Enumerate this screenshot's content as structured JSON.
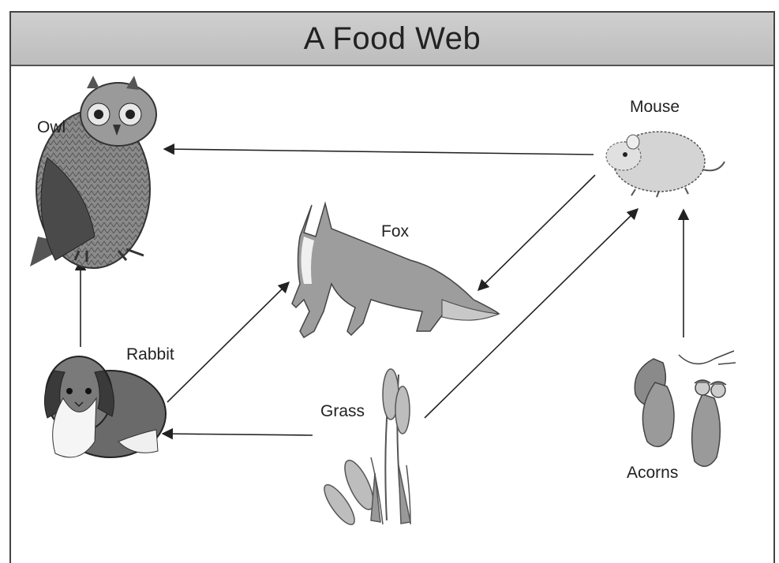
{
  "title": "A Food Web",
  "organisms": {
    "owl": "Owl",
    "mouse": "Mouse",
    "fox": "Fox",
    "rabbit": "Rabbit",
    "grass": "Grass",
    "acorns": "Acorns"
  },
  "arrows": [
    {
      "from": "Mouse",
      "to": "Owl"
    },
    {
      "from": "Rabbit",
      "to": "Owl"
    },
    {
      "from": "Mouse",
      "to": "Fox"
    },
    {
      "from": "Rabbit",
      "to": "Fox"
    },
    {
      "from": "Grass",
      "to": "Rabbit"
    },
    {
      "from": "Grass",
      "to": "Mouse"
    },
    {
      "from": "Acorns",
      "to": "Mouse"
    }
  ]
}
